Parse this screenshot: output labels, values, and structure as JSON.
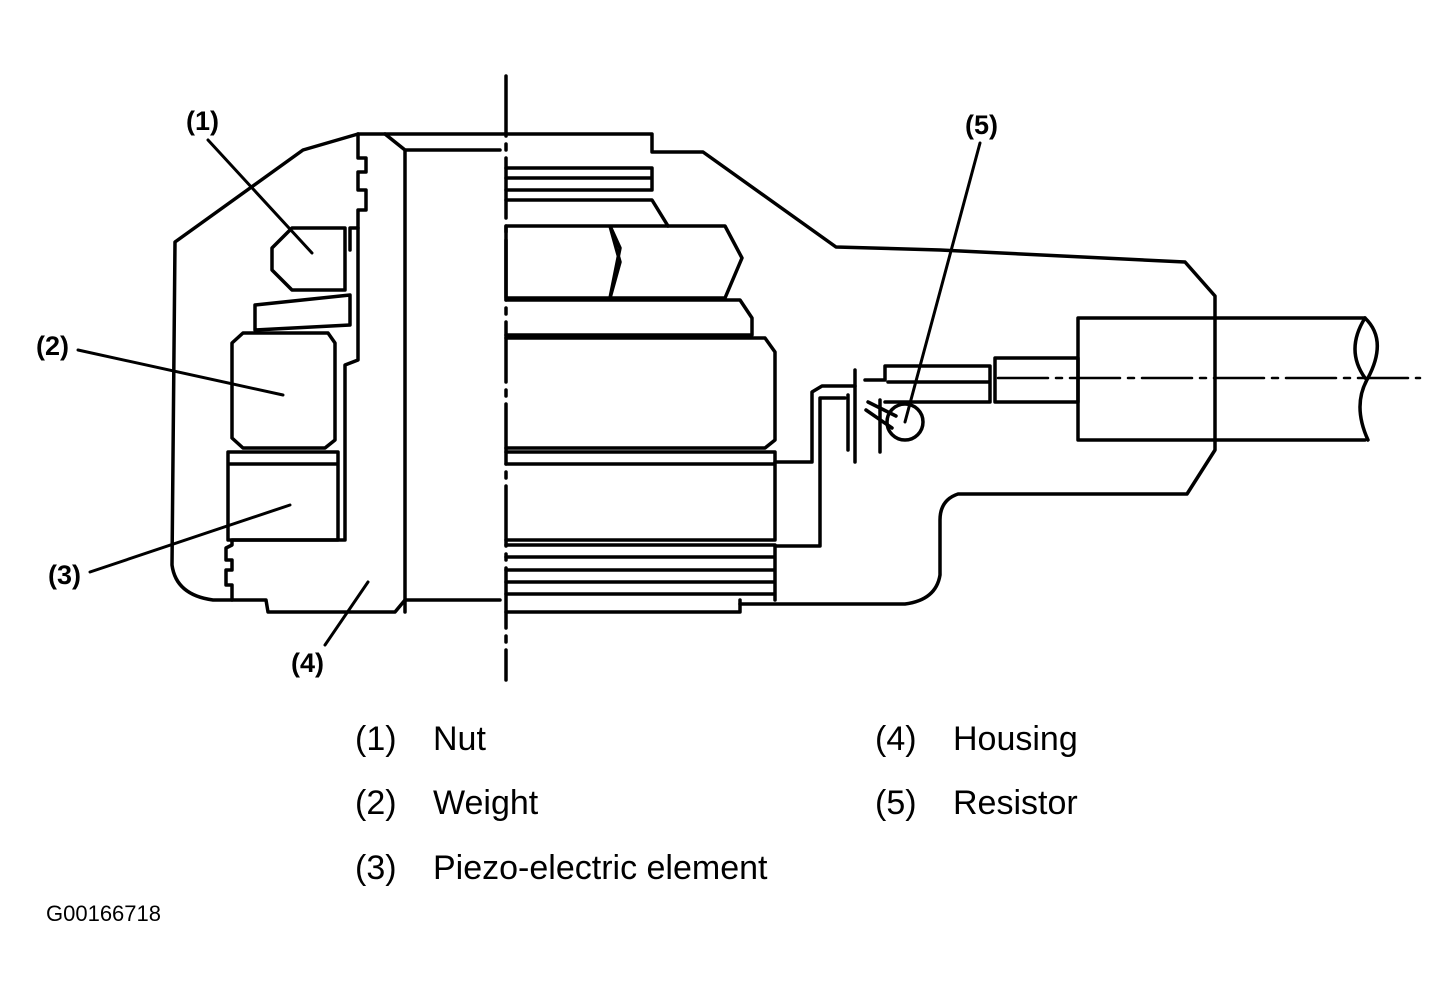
{
  "callouts": [
    "(1)",
    "(2)",
    "(3)",
    "(4)",
    "(5)"
  ],
  "legend": [
    {
      "num": "(1)",
      "label": "Nut"
    },
    {
      "num": "(2)",
      "label": "Weight"
    },
    {
      "num": "(3)",
      "label": "Piezo-electric element"
    },
    {
      "num": "(4)",
      "label": "Housing"
    },
    {
      "num": "(5)",
      "label": "Resistor"
    }
  ],
  "figure_id": "G00166718"
}
